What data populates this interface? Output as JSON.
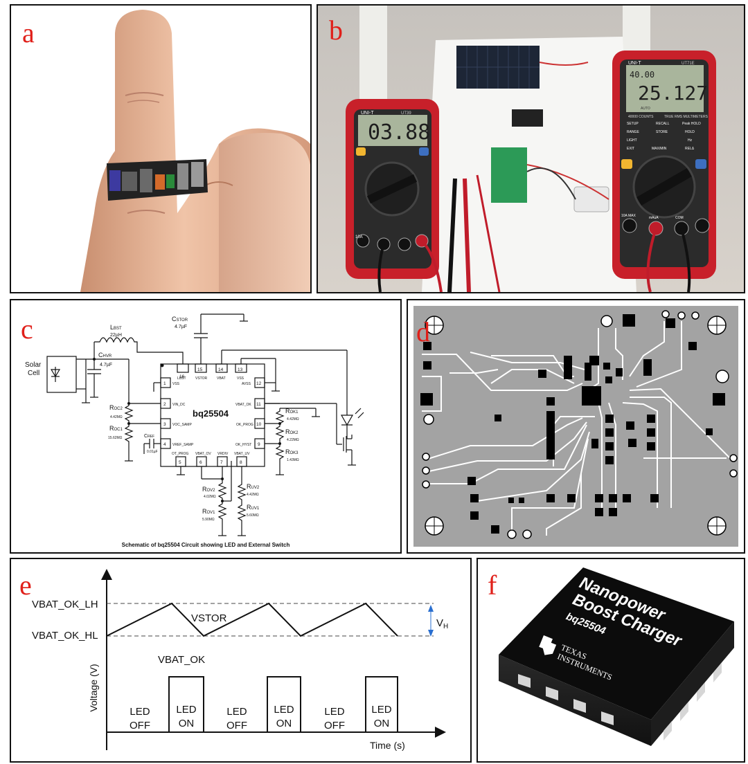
{
  "panels": {
    "a": {
      "label": "a"
    },
    "b": {
      "label": "b",
      "meter_left_brand": "UNI-T",
      "meter_left_model": "UT39",
      "meter_left_reading": "03.88",
      "meter_right_brand": "UNI-T",
      "meter_right_model": "UT71E",
      "meter_right_top": "40.00",
      "meter_right_reading": "25.127",
      "meter_right_sub": "TRUE RMS MULTIMETERS",
      "meter_right_counts": "40000 COUNTS",
      "meter_right_auto": "AUTO",
      "btn_setup": "SETUP",
      "btn_recall": "RECALL",
      "btn_peak": "Peak HOLD",
      "btn_range": "RANGE",
      "btn_store": "STORE",
      "btn_hold": "HOLD",
      "btn_light": "LIGHT",
      "btn_hz": "Hz",
      "btn_exit": "EXIT",
      "btn_maxmin": "MAX/MIN",
      "btn_rel": "RELΔ",
      "jack_left_max": "10A",
      "jack_right_max": "10A MAX",
      "jack_mauA": "mAuA",
      "jack_com": "COM"
    },
    "c": {
      "label": "c",
      "chip": "bq25504",
      "caption": "Schematic of bq25504 Circuit showing LED and External Switch",
      "solar": [
        "Solar",
        "Cell"
      ],
      "components": {
        "lbst": "L",
        "lbst_sub": "BST",
        "lbst_val": "22µH",
        "cstor": "C",
        "cstor_sub": "STOR",
        "cstor_val": "4.7µF",
        "chvr": "C",
        "chvr_sub": "HVR",
        "chvr_val": "4.7µF",
        "roc2": "R",
        "roc2_sub": "OC2",
        "roc2_val": "4.42MΩ",
        "roc1": "R",
        "roc1_sub": "OC1",
        "roc1_val": "15.62MΩ",
        "cref": "C",
        "cref_sub": "REF",
        "cref_val": "0.01µF",
        "rok1": "R",
        "rok1_sub": "OK1",
        "rok1_val": "4.42MΩ",
        "rok2": "R",
        "rok2_sub": "OK2",
        "rok2_val": "4.22MΩ",
        "rok3": "R",
        "rok3_sub": "OK3",
        "rok3_val": "1.43MΩ",
        "rov2": "R",
        "rov2_sub": "OV2",
        "rov2_val": "4.02MΩ",
        "rov1": "R",
        "rov1_sub": "OV1",
        "rov1_val": "5.90MΩ",
        "ruv2": "R",
        "ruv2_sub": "UV2",
        "ruv2_val": "4.42MΩ",
        "ruv1": "R",
        "ruv1_sub": "UV1",
        "ruv1_val": "5.60MΩ"
      },
      "pins": {
        "p16": "16",
        "p15": "15",
        "p14": "14",
        "p13": "13",
        "lbst": "LBST",
        "vstor": "VSTOR",
        "vbat": "VBAT",
        "vss_top": "VSS",
        "p1": "1",
        "vss": "VSS",
        "p12": "12",
        "avss": "AVSS",
        "p2": "2",
        "vin_dc": "VIN_DC",
        "p11": "11",
        "vbat_ok": "VBAT_OK",
        "p3": "3",
        "voc_samp": "VOC_SAMP",
        "p10": "10",
        "ok_prog": "OK_PROG",
        "p4": "4",
        "vref_samp": "VREF_SAMP",
        "p9": "9",
        "ok_hyst": "OK_HYST",
        "p5": "5",
        "p6": "6",
        "p7": "7",
        "p8": "8",
        "ot_prog": "OT_PROG",
        "vbat_ov": "VBAT_OV",
        "vrdiv": "VRDIV",
        "vbat_uv": "VBAT_UV"
      }
    },
    "d": {
      "label": "d"
    },
    "e": {
      "label": "e",
      "level_high": "VBAT_OK_LH",
      "level_low": "VBAT_OK_HL",
      "vstor": "VSTOR",
      "vbat_ok": "VBAT_OK",
      "vh": "V",
      "vh_sub": "H",
      "ylabel": "Voltage (V)",
      "xlabel": "Time (s)",
      "states": [
        [
          "LED",
          "OFF"
        ],
        [
          "LED",
          "ON"
        ],
        [
          "LED",
          "OFF"
        ],
        [
          "LED",
          "ON"
        ],
        [
          "LED",
          "OFF"
        ],
        [
          "LED",
          "ON"
        ]
      ]
    },
    "f": {
      "label": "f",
      "line1": "Nanopower",
      "line2": "Boost Charger",
      "part": "bq25504",
      "brand1": "Texas",
      "brand2": "Instruments"
    }
  },
  "colors": {
    "label_red": "#e0201a",
    "meter_red": "#c8202a",
    "pcb_gray": "#a3a3a3",
    "pcb_trace": "#ffffff",
    "vh_blue": "#2a6fd0"
  }
}
